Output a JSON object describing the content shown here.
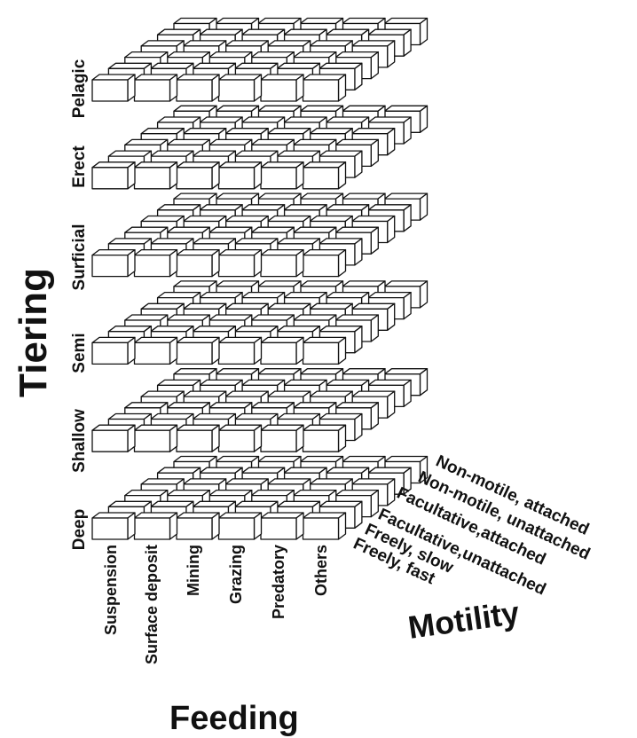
{
  "axes": {
    "tiering": {
      "title": "Tiering",
      "levels": [
        "Deep",
        "Shallow",
        "Semi",
        "Surficial",
        "Erect",
        "Pelagic"
      ]
    },
    "feeding": {
      "title": "Feeding",
      "categories": [
        "Suspension",
        "Surface deposit",
        "Mining",
        "Grazing",
        "Predatory",
        "Others"
      ]
    },
    "motility": {
      "title": "Motility",
      "categories": [
        "Freely, fast",
        "Freely, slow",
        "Facultative,unattached",
        "Facultative,attached",
        "Non-motile, unattached",
        "Non-motile, attached"
      ]
    }
  },
  "style": {
    "line_color": "#111111",
    "top_fill": "#ffffff",
    "side_fill": "#ffffff"
  }
}
